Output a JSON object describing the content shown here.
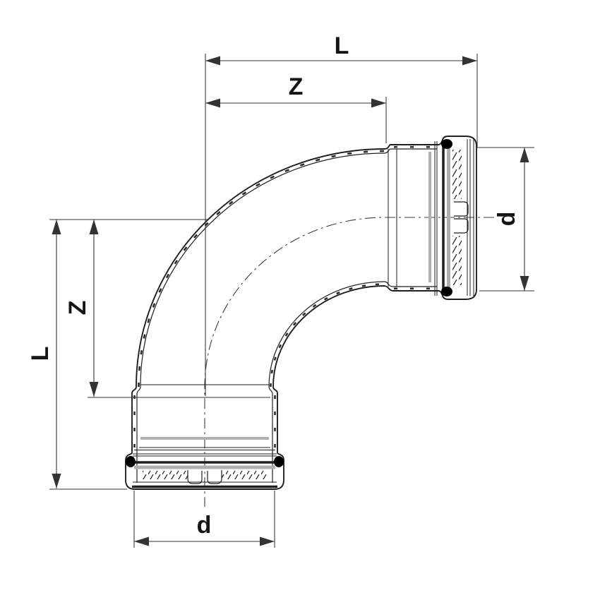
{
  "drawing": {
    "type": "technical-dimension-drawing",
    "subject": "90-degree elbow press fitting with two socket ends, seal rings shown in section",
    "labels": {
      "length_top": "L",
      "offset_top": "Z",
      "diameter_right": "d",
      "length_left": "L",
      "offset_left": "Z",
      "diameter_bottom": "d"
    },
    "colors": {
      "background": "#ffffff",
      "line": "#1f1f1f",
      "dimension": "#333333",
      "band": "#b0b0b0",
      "seal": "#000000"
    }
  }
}
